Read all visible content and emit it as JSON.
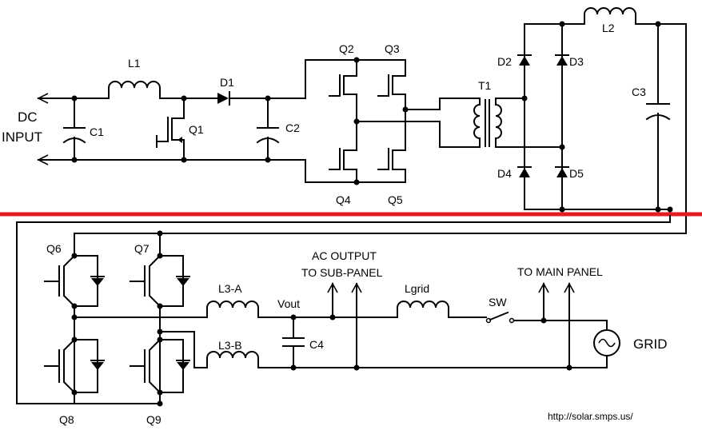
{
  "colors": {
    "divider": "#e31b23",
    "ink": "#000000",
    "background": "#ffffff"
  },
  "labels": {
    "dc_input_1": "DC",
    "dc_input_2": "INPUT",
    "L1": "L1",
    "C1": "C1",
    "Q1": "Q1",
    "D1": "D1",
    "C2": "C2",
    "Q2": "Q2",
    "Q3": "Q3",
    "Q4": "Q4",
    "Q5": "Q5",
    "T1": "T1",
    "D2": "D2",
    "D3": "D3",
    "D4": "D4",
    "D5": "D5",
    "L2": "L2",
    "C3": "C3",
    "Q6": "Q6",
    "Q7": "Q7",
    "Q8": "Q8",
    "Q9": "Q9",
    "L3A": "L3-A",
    "L3B": "L3-B",
    "Vout": "Vout",
    "C4": "C4",
    "ac_output_1": "AC OUTPUT",
    "ac_output_2": "TO SUB-PANEL",
    "Lgrid": "Lgrid",
    "SW": "SW",
    "main_panel": "TO MAIN PANEL",
    "grid": "GRID",
    "url": "http://solar.smps.us/"
  }
}
